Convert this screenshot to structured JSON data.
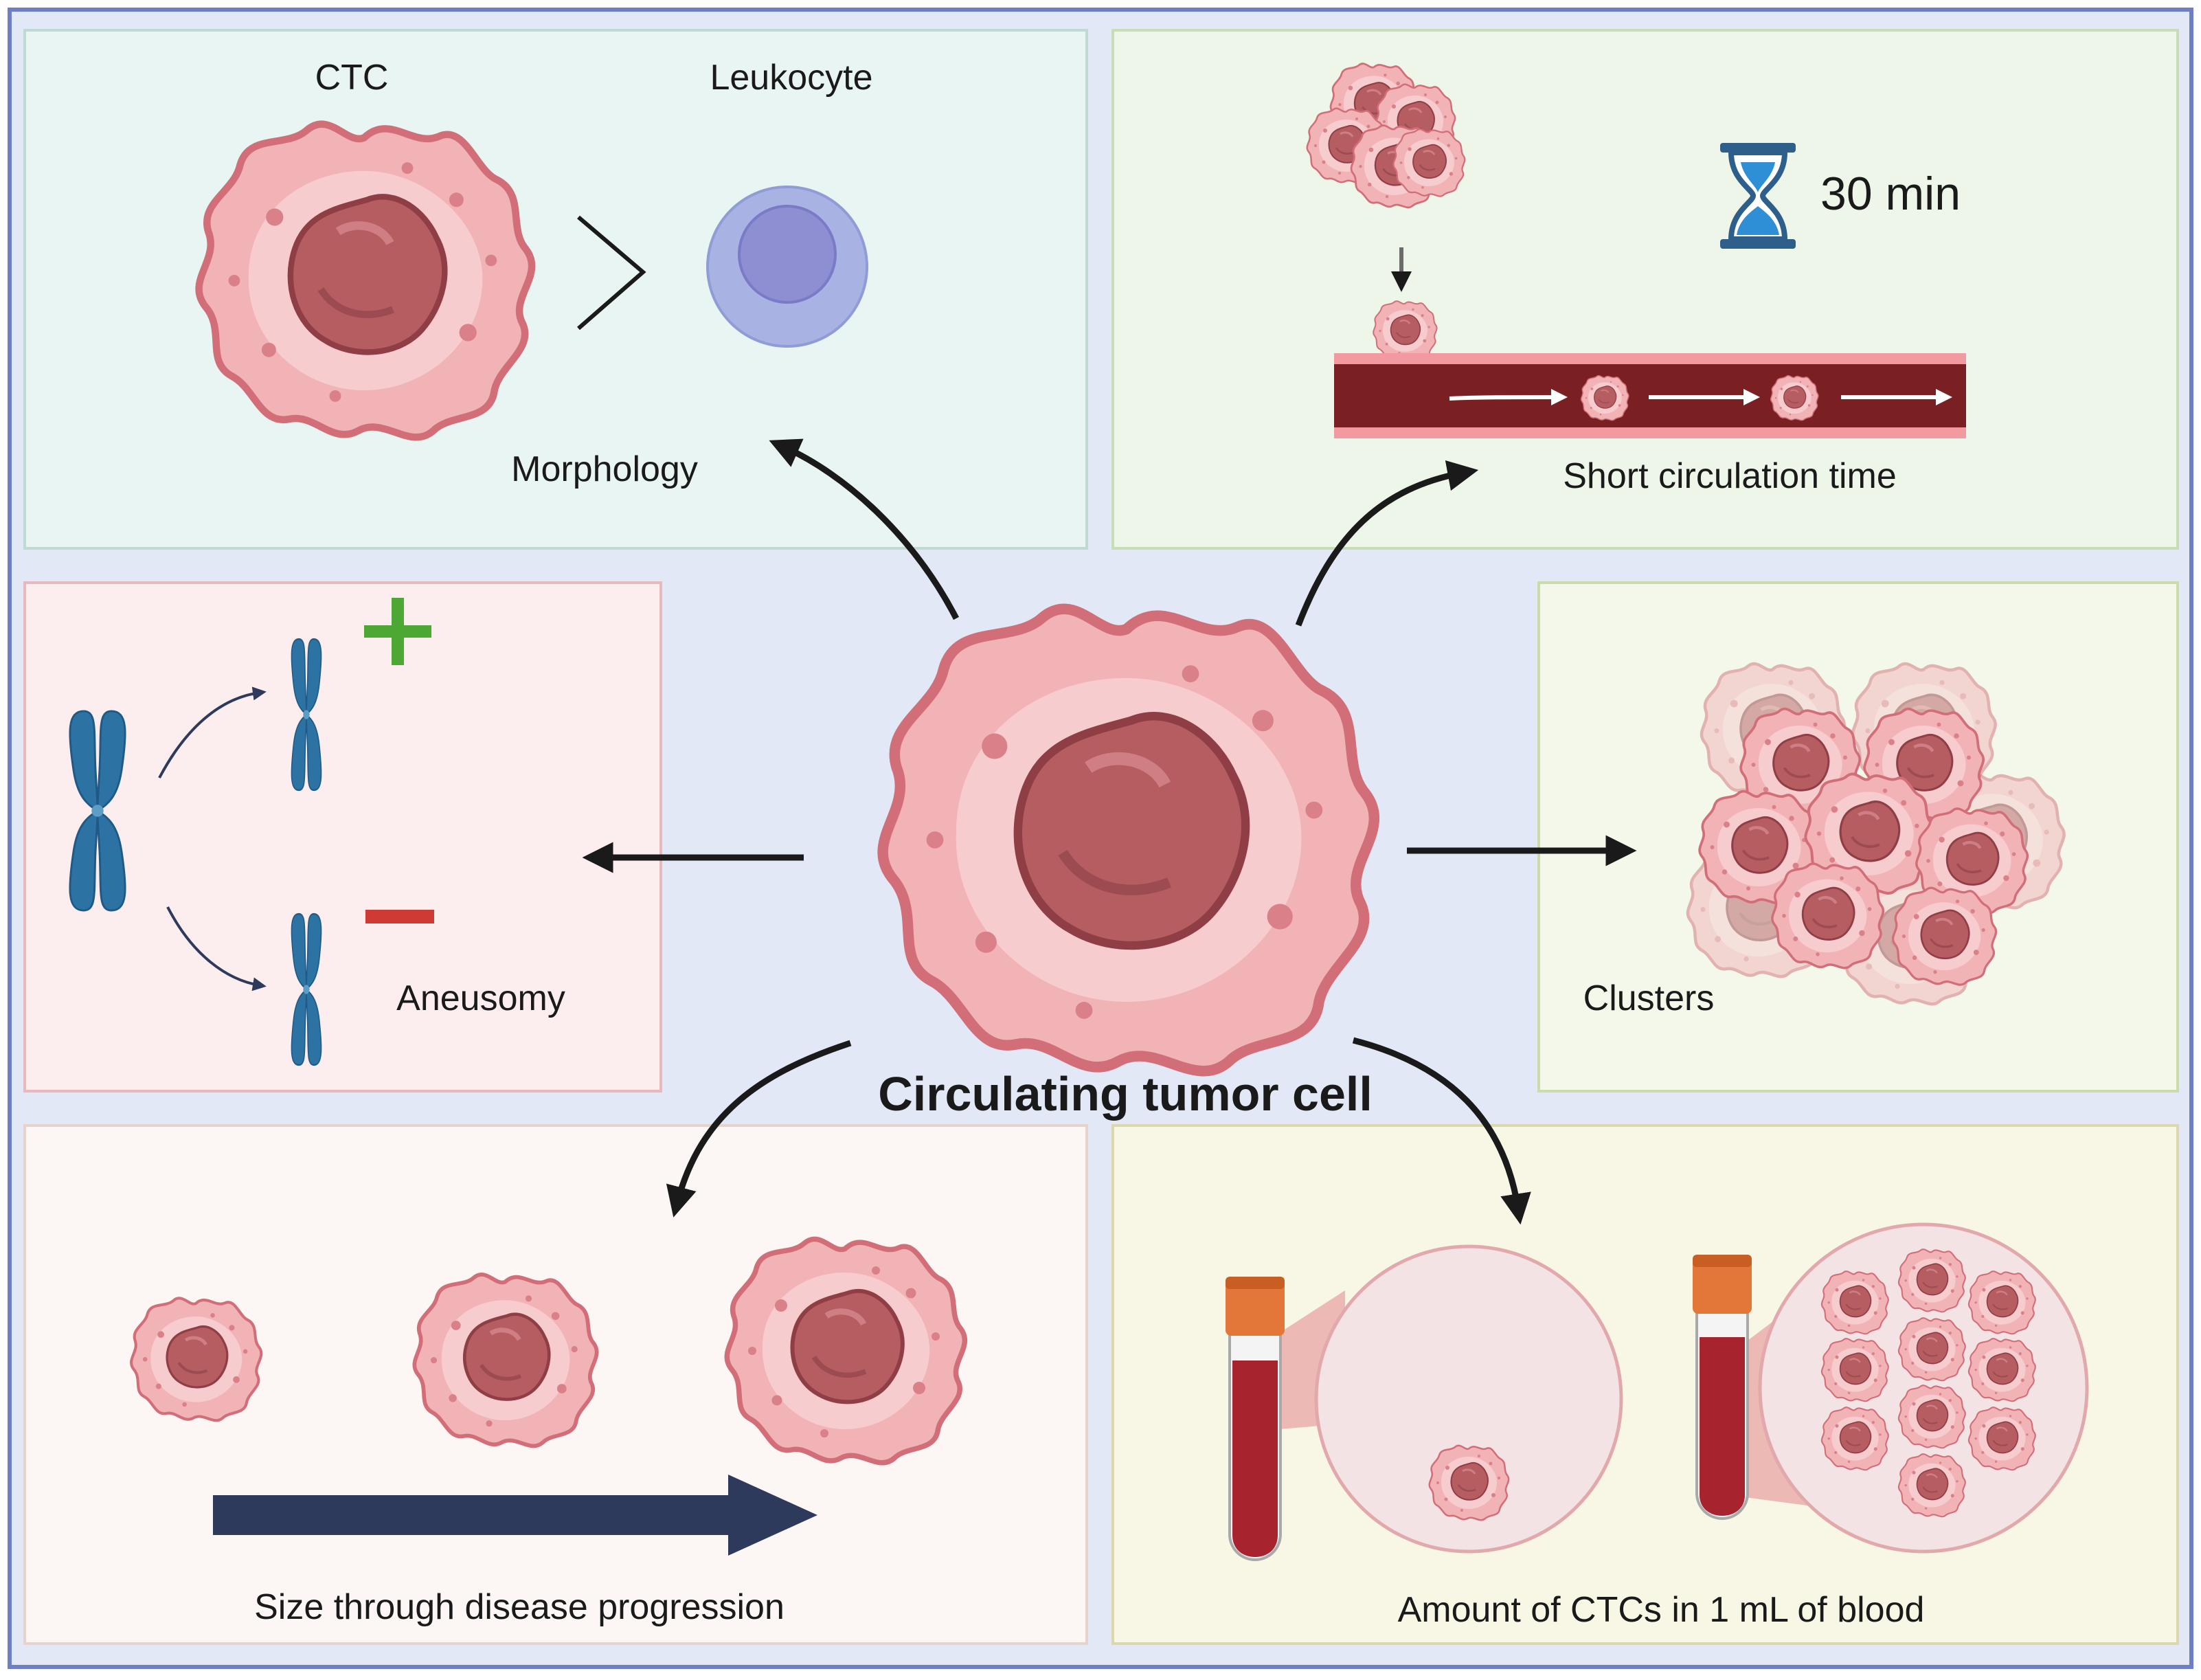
{
  "center": {
    "title": "Circulating tumor cell"
  },
  "panels": {
    "morphology": {
      "label_ctc": "CTC",
      "label_leukocyte": "Leukocyte",
      "caption": "Morphology"
    },
    "circulation": {
      "time": "30 min",
      "caption": "Short circulation time"
    },
    "aneusomy": {
      "caption": "Aneusomy"
    },
    "clusters": {
      "caption": "Clusters"
    },
    "size": {
      "caption": "Size through disease progression"
    },
    "amount": {
      "caption": "Amount of CTCs in 1 mL of blood"
    }
  },
  "colors": {
    "background": "#E3E8F7",
    "outer_border": "#6F7FC4",
    "cell_membrane": "#F2B3B7",
    "cell_nucleus": "#B65D62",
    "leukocyte": "#A8B3E3",
    "chromosome": "#2C73A3",
    "plus": "#4CA833",
    "minus": "#CF3A35",
    "vessel": "#7A1F22",
    "blood": "#A7232E",
    "tube_cap": "#E3773A",
    "arrow_dark": "#2E3A5B"
  }
}
